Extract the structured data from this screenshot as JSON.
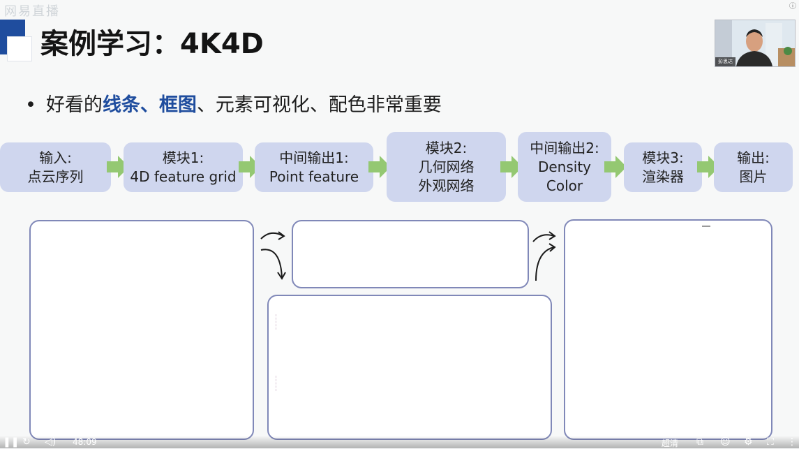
{
  "watermark": "网易直播",
  "slide": {
    "title": "案例学习：4K4D",
    "bullet": {
      "symbol": "•",
      "prefix": "好看的",
      "highlight1": "线条、",
      "highlight2": "框图",
      "suffix": "、元素可视化、配色非常重要"
    },
    "pipeline": [
      {
        "line1": "输入:",
        "line2": "点云序列"
      },
      {
        "line1": "模块1:",
        "line2": "4D feature grid"
      },
      {
        "line1": "中间输出1:",
        "line2": "Point feature"
      },
      {
        "line1": "模块2:",
        "line2": "几何网络",
        "line3": "外观网络"
      },
      {
        "line1": "中间输出2:",
        "line2": "Density",
        "line3": "Color"
      },
      {
        "line1": "模块3:",
        "line2": "渲染器"
      },
      {
        "line1": "输出:",
        "line2": "图片"
      }
    ]
  },
  "webcam": {
    "name": "彭思达"
  },
  "player": {
    "time": "48:09",
    "quality": "超清"
  },
  "colors": {
    "accent": "#1f4d9e",
    "box_fill": "#cfd6ee",
    "arrow_green": "#94c872",
    "frame_border": "#8088b8"
  }
}
